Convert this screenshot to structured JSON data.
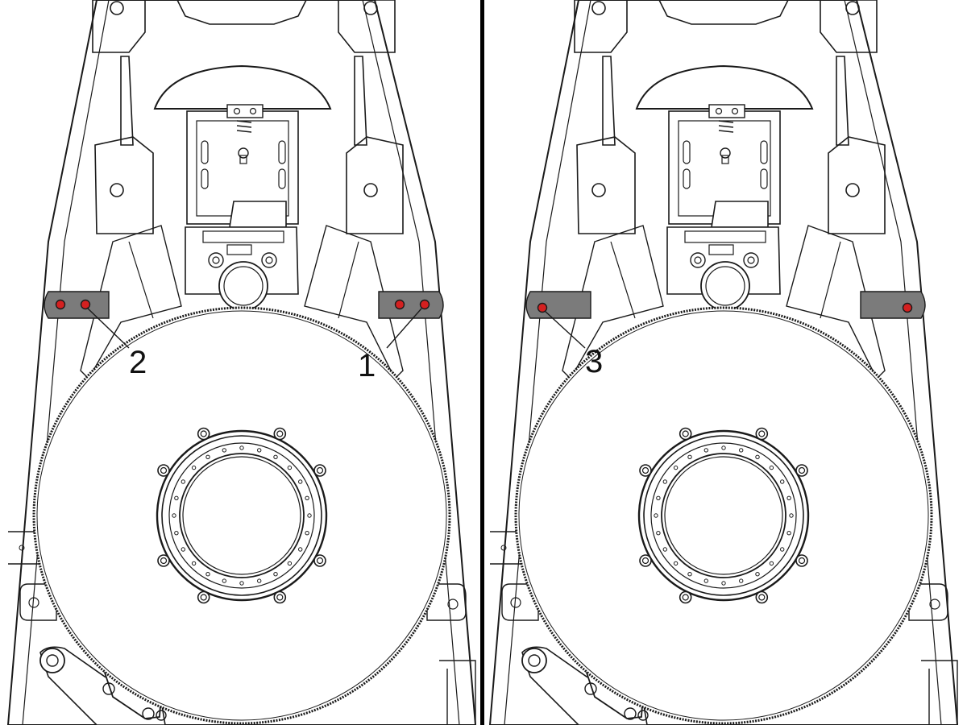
{
  "figure": {
    "views": [
      {
        "id": "left",
        "callouts": [
          {
            "label": "2"
          },
          {
            "label": "1"
          }
        ]
      },
      {
        "id": "right",
        "callouts": [
          {
            "label": "3"
          }
        ]
      }
    ]
  },
  "colors": {
    "line": "#1a1a1a",
    "panel": "#f7f7f7",
    "bracket": "#7b7b7b",
    "marker": "#d42020",
    "divider": "#000000"
  }
}
